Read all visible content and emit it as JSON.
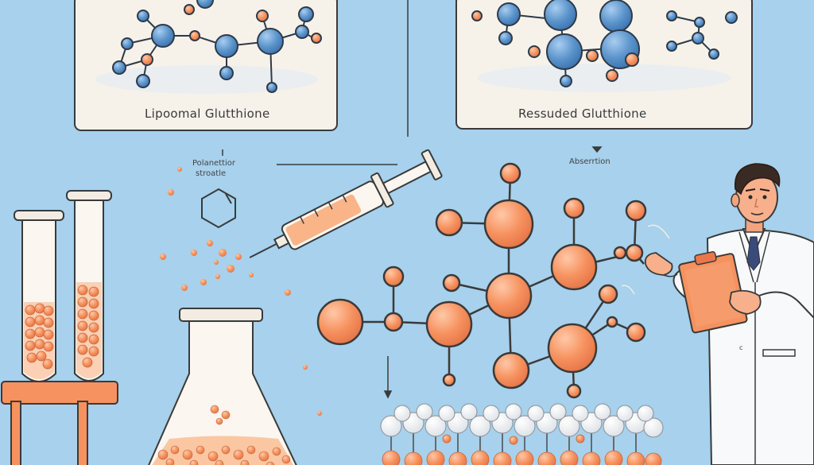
{
  "panels": {
    "left_label": "Lipoomal Glutthione",
    "right_label": "Ressuded Glutthione"
  },
  "annotations": {
    "structure_label_line1": "Polanettior",
    "structure_label_line2": "stroatle",
    "absorption_label": "Abserrtion"
  },
  "colors": {
    "background": "#a7d1ec",
    "panel_fill": "#f6f2ea",
    "molecule_blue": "#5c95cc",
    "molecule_orange": "#f6925f",
    "outline": "#3a3a3a"
  }
}
